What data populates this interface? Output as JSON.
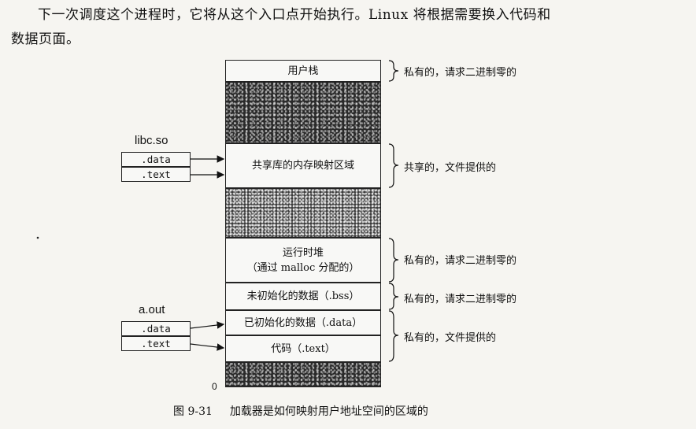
{
  "paragraph": {
    "line1": "下一次调度这个进程时，它将从这个入口点开始执行。Linux 将根据需要换入代码和",
    "line2": "数据页面。"
  },
  "diagram": {
    "segments": {
      "user_stack": "用户栈",
      "shared_lib": "共享库的内存映射区域",
      "heap_line1": "运行时堆",
      "heap_line2": "（通过 malloc 分配的）",
      "bss": "未初始化的数据（.bss）",
      "data": "已初始化的数据（.data）",
      "text": "代码（.text）"
    },
    "libc": {
      "title": "libc.so",
      "data": ".data",
      "text": ".text"
    },
    "aout": {
      "title": "a.out",
      "data": ".data",
      "text": ".text"
    },
    "notes": {
      "stack": "私有的，请求二进制零的",
      "shared": "共享的，文件提供的",
      "heap": "私有的，请求二进制零的",
      "bss": "私有的，请求二进制零的",
      "data_text": "私有的，文件提供的"
    },
    "zero_label": "0"
  },
  "caption": {
    "figure": "图 9-31",
    "text": "加载器是如何映射用户地址空间的区域的"
  }
}
